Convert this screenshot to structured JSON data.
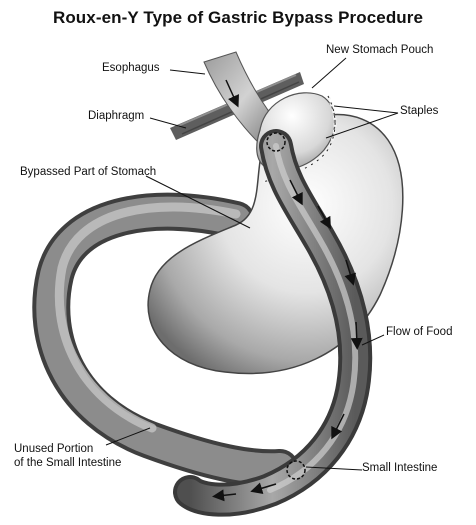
{
  "diagram": {
    "title": "Roux-en-Y Type of Gastric Bypass Procedure",
    "labels": {
      "esophagus": "Esophagus",
      "new_stomach_pouch": "New Stomach Pouch",
      "diaphragm": "Diaphragm",
      "staples": "Staples",
      "bypassed_stomach": "Bypassed Part of Stomach",
      "flow_of_food": "Flow of Food",
      "unused_line1": "Unused Portion",
      "unused_line2": "of the Small Intestine",
      "small_intestine": "Small Intestine"
    }
  }
}
